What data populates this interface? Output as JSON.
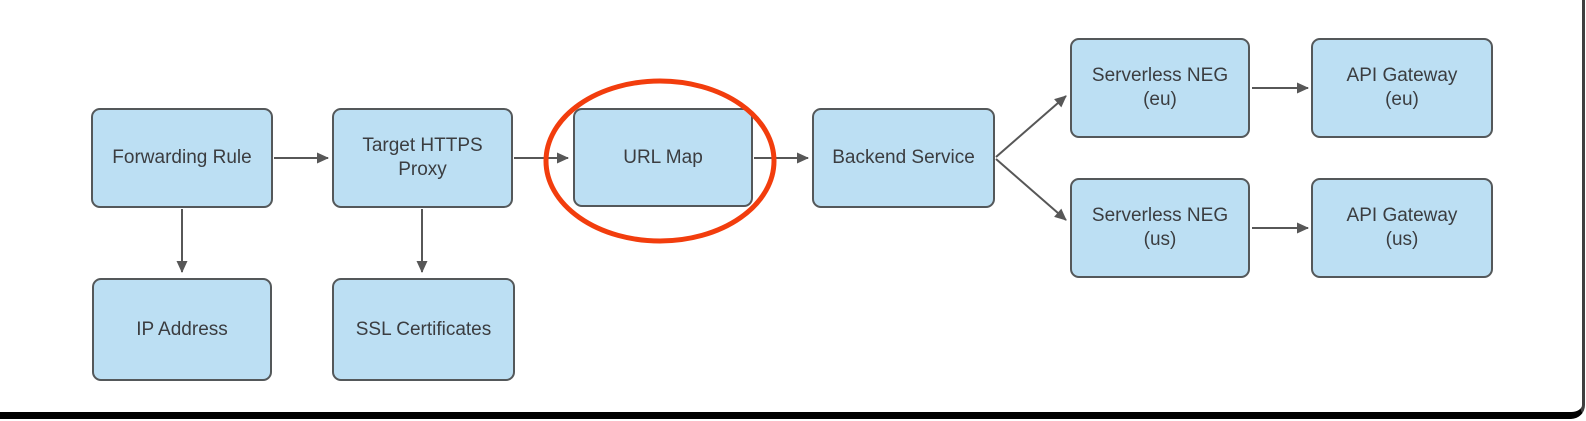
{
  "diagram": {
    "type": "flowchart",
    "nodes": [
      {
        "id": "forwarding-rule",
        "label": "Forwarding Rule"
      },
      {
        "id": "target-https-proxy",
        "label": "Target HTTPS\nProxy"
      },
      {
        "id": "url-map",
        "label": "URL Map",
        "highlighted": true
      },
      {
        "id": "backend-service",
        "label": "Backend Service"
      },
      {
        "id": "serverless-neg-eu",
        "label": "Serverless NEG\n(eu)"
      },
      {
        "id": "api-gateway-eu",
        "label": "API Gateway\n(eu)"
      },
      {
        "id": "serverless-neg-us",
        "label": "Serverless NEG\n(us)"
      },
      {
        "id": "api-gateway-us",
        "label": "API Gateway\n(us)"
      },
      {
        "id": "ip-address",
        "label": "IP Address"
      },
      {
        "id": "ssl-certificates",
        "label": "SSL Certificates"
      }
    ],
    "edges": [
      {
        "from": "forwarding-rule",
        "to": "target-https-proxy"
      },
      {
        "from": "target-https-proxy",
        "to": "url-map"
      },
      {
        "from": "url-map",
        "to": "backend-service"
      },
      {
        "from": "backend-service",
        "to": "serverless-neg-eu"
      },
      {
        "from": "backend-service",
        "to": "serverless-neg-us"
      },
      {
        "from": "serverless-neg-eu",
        "to": "api-gateway-eu"
      },
      {
        "from": "serverless-neg-us",
        "to": "api-gateway-us"
      },
      {
        "from": "forwarding-rule",
        "to": "ip-address"
      },
      {
        "from": "target-https-proxy",
        "to": "ssl-certificates"
      }
    ],
    "annotation": {
      "shape": "ellipse",
      "around": "url-map",
      "color": "#f23d0d"
    },
    "colors": {
      "node_fill": "#bcdff3",
      "node_border": "#54585a",
      "arrow": "#575757",
      "highlight_ellipse": "#f23d0d",
      "text": "#3b3d40",
      "frame_right": "#3f3f3f",
      "frame_bottom": "#000000"
    }
  }
}
